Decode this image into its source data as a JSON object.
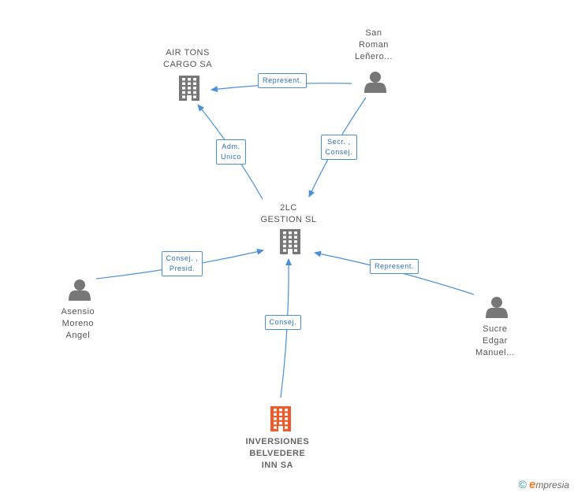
{
  "nodes": [
    {
      "id": "airtons",
      "kind": "company",
      "lines": [
        "AIR TONS",
        "CARGO SA"
      ],
      "color": "#777777"
    },
    {
      "id": "sanroman",
      "kind": "person",
      "lines": [
        "San",
        "Roman",
        "Leñero..."
      ],
      "color": "#777777"
    },
    {
      "id": "2lc",
      "kind": "company",
      "lines": [
        "2LC",
        "GESTION SL"
      ],
      "color": "#777777"
    },
    {
      "id": "asensio",
      "kind": "person",
      "lines": [
        "Asensio",
        "Moreno",
        "Angel"
      ],
      "color": "#777777"
    },
    {
      "id": "sucre",
      "kind": "person",
      "lines": [
        "Sucre",
        "Edgar",
        "Manuel..."
      ],
      "color": "#777777"
    },
    {
      "id": "inversiones",
      "kind": "company",
      "lines": [
        "INVERSIONES",
        "BELVEDERE",
        "INN SA"
      ],
      "color": "#f05a28",
      "main": true
    }
  ],
  "edges": [
    {
      "from": "sanroman",
      "to": "airtons",
      "label": [
        "Represent."
      ]
    },
    {
      "from": "2lc",
      "to": "airtons",
      "label": [
        "Adm.",
        "Unico"
      ]
    },
    {
      "from": "sanroman",
      "to": "2lc",
      "label": [
        "Secr. ,",
        "Consej."
      ]
    },
    {
      "from": "asensio",
      "to": "2lc",
      "label": [
        "Consej. ,",
        "Presid."
      ]
    },
    {
      "from": "sucre",
      "to": "2lc",
      "label": [
        "Represent."
      ]
    },
    {
      "from": "inversiones",
      "to": "2lc",
      "label": [
        "Consej."
      ]
    }
  ],
  "colors": {
    "edge": "#4a8fd8",
    "icon": "#777777",
    "main_icon": "#f05a28"
  },
  "footer": {
    "copyright_symbol": "©",
    "brand_initial": "e",
    "brand_rest": "mpresia"
  }
}
